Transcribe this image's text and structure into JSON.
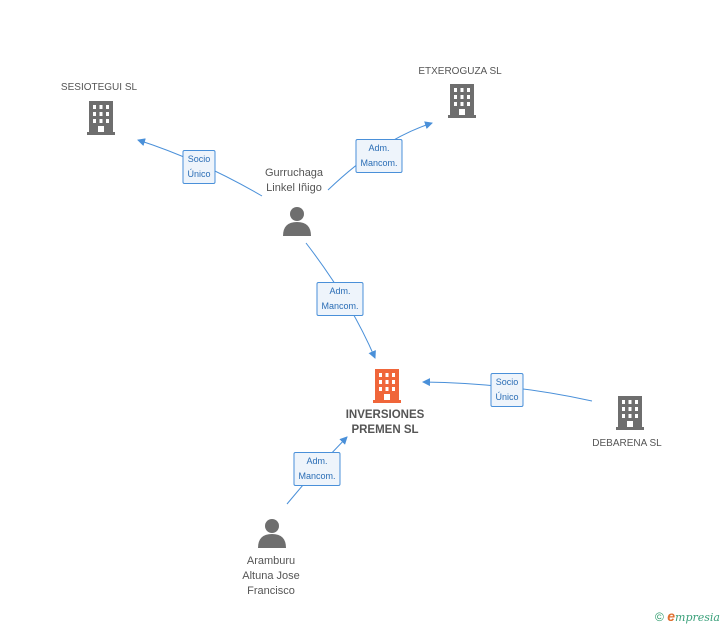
{
  "nodes": {
    "sesiotegui": {
      "label": "SESIOTEGUI SL"
    },
    "etxeroguza": {
      "label": "ETXEROGUZA SL"
    },
    "gurruchaga": {
      "line1": "Gurruchaga",
      "line2": "Linkel Iñigo"
    },
    "inversiones": {
      "line1": "INVERSIONES",
      "line2": "PREMEN SL"
    },
    "debarena": {
      "label": "DEBARENA SL"
    },
    "aramburu": {
      "line1": "Aramburu",
      "line2": "Altuna Jose",
      "line3": "Francisco"
    }
  },
  "edges": {
    "gurruchaga_sesiotegui": {
      "line1": "Socio",
      "line2": "Único"
    },
    "gurruchaga_etxeroguza": {
      "line1": "Adm.",
      "line2": "Mancom."
    },
    "gurruchaga_inversiones": {
      "line1": "Adm.",
      "line2": "Mancom."
    },
    "debarena_inversiones": {
      "line1": "Socio",
      "line2": "Único"
    },
    "aramburu_inversiones": {
      "line1": "Adm.",
      "line2": "Mancom."
    }
  },
  "footer": {
    "copyright_symbol": "©",
    "brand_initial": "e",
    "brand_rest": "mpresia"
  },
  "colors": {
    "edge": "#4a90d9",
    "building": "#6e6e6e",
    "main_building": "#f0663a",
    "person": "#6e6e6e"
  }
}
